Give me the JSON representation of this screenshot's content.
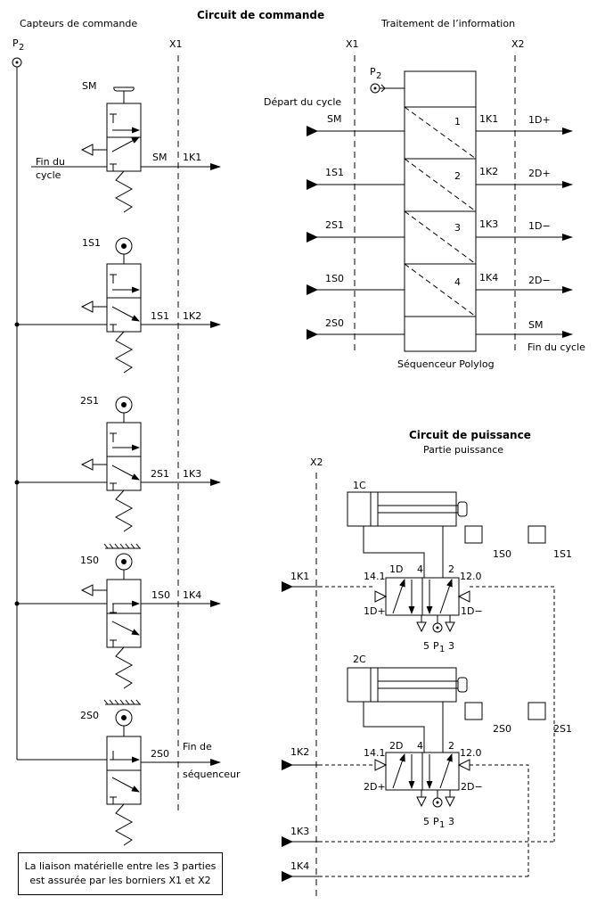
{
  "titles": {
    "command": "Circuit de commande",
    "sensors": "Capteurs de commande",
    "processing": "Traitement de l’information",
    "power": "Circuit de puissance",
    "power_sub": "Partie puissance"
  },
  "terminals": {
    "x1": "X1",
    "x2": "X2"
  },
  "pressure": {
    "p2": "P",
    "p2_sub": "2",
    "p1": "P",
    "p1_sub": "1"
  },
  "sensors": [
    {
      "name": "SM",
      "signal": "SM",
      "output": "1K1",
      "extra": "Fin du\ncycle"
    },
    {
      "name": "1S1",
      "signal": "1S1",
      "output": "1K2"
    },
    {
      "name": "2S1",
      "signal": "2S1",
      "output": "1K3"
    },
    {
      "name": "1S0",
      "signal": "1S0",
      "output": "1K4"
    },
    {
      "name": "2S0",
      "signal": "2S0",
      "output": "Fin de\nséquenceur"
    }
  ],
  "sequencer": {
    "label": "Séquenceur Polylog",
    "start": "Départ du cycle",
    "inputs": [
      "SM",
      "1S1",
      "2S1",
      "1S0",
      "2S0"
    ],
    "steps": [
      "1",
      "2",
      "3",
      "4"
    ],
    "step_outputs": [
      "1K1",
      "1K2",
      "1K3",
      "1K4",
      "SM"
    ],
    "actuator_outputs": [
      "1D+",
      "2D+",
      "1D−",
      "2D−",
      "Fin du cycle"
    ]
  },
  "power": {
    "cylinders": [
      {
        "name": "1C",
        "valve": "1D",
        "plus": "1D+",
        "minus": "1D−",
        "pilot_left": "14.1",
        "pilot_right": "12.0",
        "port_a": "4",
        "port_b": "2",
        "exh_a": "5",
        "exh_b": "3",
        "input": "1K1",
        "sensors": [
          "1S0",
          "1S1"
        ]
      },
      {
        "name": "2C",
        "valve": "2D",
        "plus": "2D+",
        "minus": "2D−",
        "pilot_left": "14.1",
        "pilot_right": "12.0",
        "port_a": "4",
        "port_b": "2",
        "exh_a": "5",
        "exh_b": "3",
        "input": "1K2",
        "sensors": [
          "2S0",
          "2S1"
        ]
      }
    ],
    "extra_inputs": [
      "1K3",
      "1K4"
    ]
  },
  "note": "La liaison matérielle entre les 3 parties est assurée par les borniers X1 et X2"
}
